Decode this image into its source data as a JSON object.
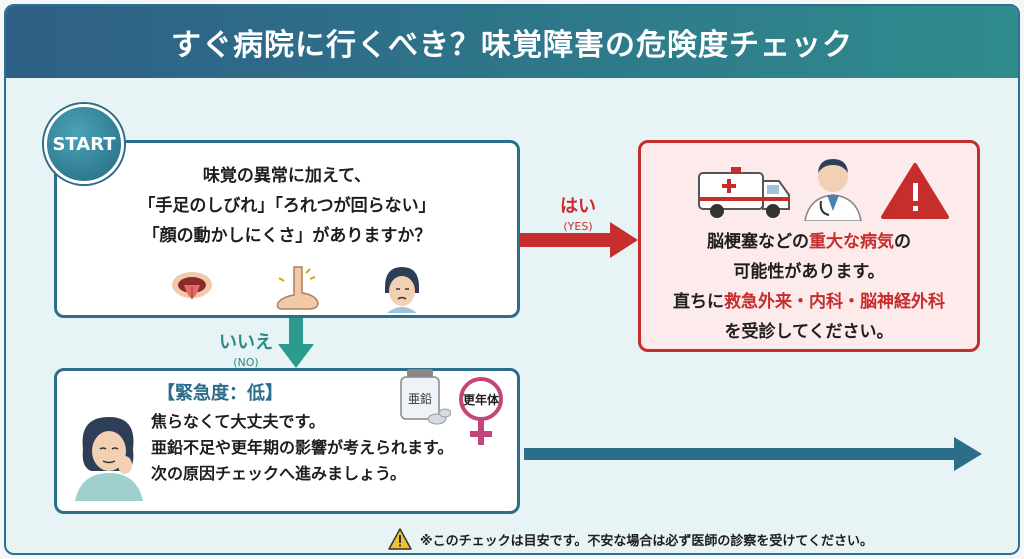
{
  "header": {
    "title": "すぐ病院に行くべき？味覚障害の危険度チェック"
  },
  "start": {
    "label": "START"
  },
  "question": {
    "lines": [
      "味覚の異常に加えて、",
      "「手足のしびれ」「ろれつが回らない」",
      "「顔の動かしにくさ」がありますか？"
    ],
    "icons": [
      "tongue-icon",
      "numb-foot-icon",
      "unwell-face-icon"
    ]
  },
  "yes_branch": {
    "label": "はい",
    "sub": "(YES)"
  },
  "no_branch": {
    "label": "いいえ",
    "sub": "(NO)"
  },
  "urgent": {
    "icons": [
      "ambulance-icon",
      "doctor-icon",
      "warning-icon"
    ],
    "line1_a": "脳梗塞などの",
    "line1_b": "重大な病気",
    "line1_c": "の",
    "line2": "可能性があります。",
    "line3_a": "直ちに",
    "line3_b": "救急外来・内科・脳神経外科",
    "line4": "を受診してください。"
  },
  "low": {
    "title": "【緊急度：低】",
    "lines": [
      "焦らなくて大丈夫です。",
      "亜鉛不足や更年期の影響が考えられます。",
      "次の原因チェックへ進みましょう。"
    ],
    "zinc_label": "亜鉛",
    "menopause_label": "更年体"
  },
  "footer": {
    "note": "※このチェックは目安です。不安な場合は必ず医師の診察を受けてください。"
  },
  "colors": {
    "header_start": "#2e5f86",
    "header_end": "#2f8c8d",
    "accent_blue": "#2c6d8a",
    "alert_red": "#c62d2d",
    "teal": "#2c8a86"
  }
}
